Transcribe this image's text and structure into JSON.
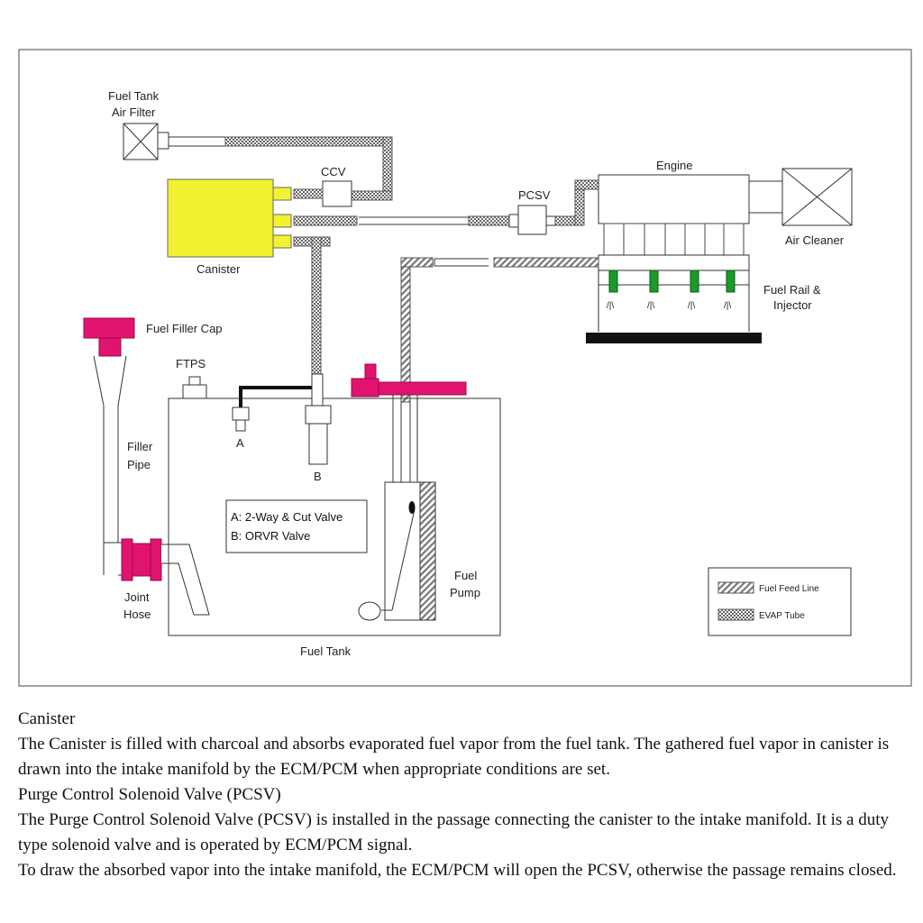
{
  "diagram": {
    "labels": {
      "fuel_tank_air_filter_line1": "Fuel Tank",
      "fuel_tank_air_filter_line2": "Air Filter",
      "ccv": "CCV",
      "pcsv": "PCSV",
      "engine": "Engine",
      "air_cleaner": "Air Cleaner",
      "canister": "Canister",
      "fuel_rail_line1": "Fuel Rail &",
      "fuel_rail_line2": "Injector",
      "fuel_filler_cap": "Fuel Filler Cap",
      "ftps": "FTPS",
      "filler_pipe_line1": "Filler",
      "filler_pipe_line2": "Pipe",
      "valve_a": "A",
      "valve_b": "B",
      "valve_key_a": "A: 2-Way & Cut Valve",
      "valve_key_b": "B: ORVR Valve",
      "fuel_pump_line1": "Fuel",
      "fuel_pump_line2": "Pump",
      "joint_hose_line1": "Joint",
      "joint_hose_line2": "Hose",
      "fuel_tank": "Fuel Tank"
    },
    "legend": {
      "fuel_feed_line": "Fuel Feed Line",
      "evap_tube": "EVAP Tube"
    },
    "colors": {
      "canister": "#f2f230",
      "filler_cap": "#e0146e",
      "injector": "#1a9a2a",
      "hose": "#888888"
    }
  },
  "text": {
    "heading_canister": "Canister",
    "para_canister": "The Canister is filled with charcoal and absorbs evaporated fuel vapor from the fuel tank. The gathered fuel vapor in canister is drawn into the intake manifold by the ECM/PCM when appropriate conditions are set.",
    "heading_pcsv": "Purge Control Solenoid Valve (PCSV)",
    "para_pcsv_1": "The Purge Control Solenoid Valve (PCSV) is installed in the passage connecting the canister to the intake manifold. It is a duty type solenoid valve and is operated by ECM/PCM signal.",
    "para_pcsv_2": "To draw the absorbed vapor into the intake manifold, the ECM/PCM will open the PCSV, otherwise the passage remains closed."
  }
}
